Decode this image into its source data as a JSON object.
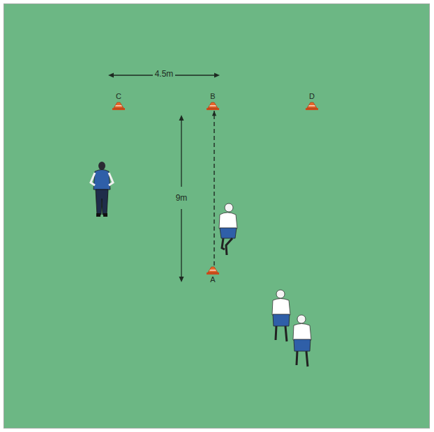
{
  "diagram": {
    "nodes": [
      {
        "text": [
          "C"
        ]
      },
      {
        "text": [
          "B"
        ]
      },
      {
        "text": [
          "D"
        ]
      },
      {
        "text": [
          "A"
        ]
      }
    ],
    "edges": [
      {
        "from": 3,
        "to": 1,
        "arrow": "to"
      }
    ],
    "labels": [
      "4.5m",
      "9m"
    ]
  }
}
